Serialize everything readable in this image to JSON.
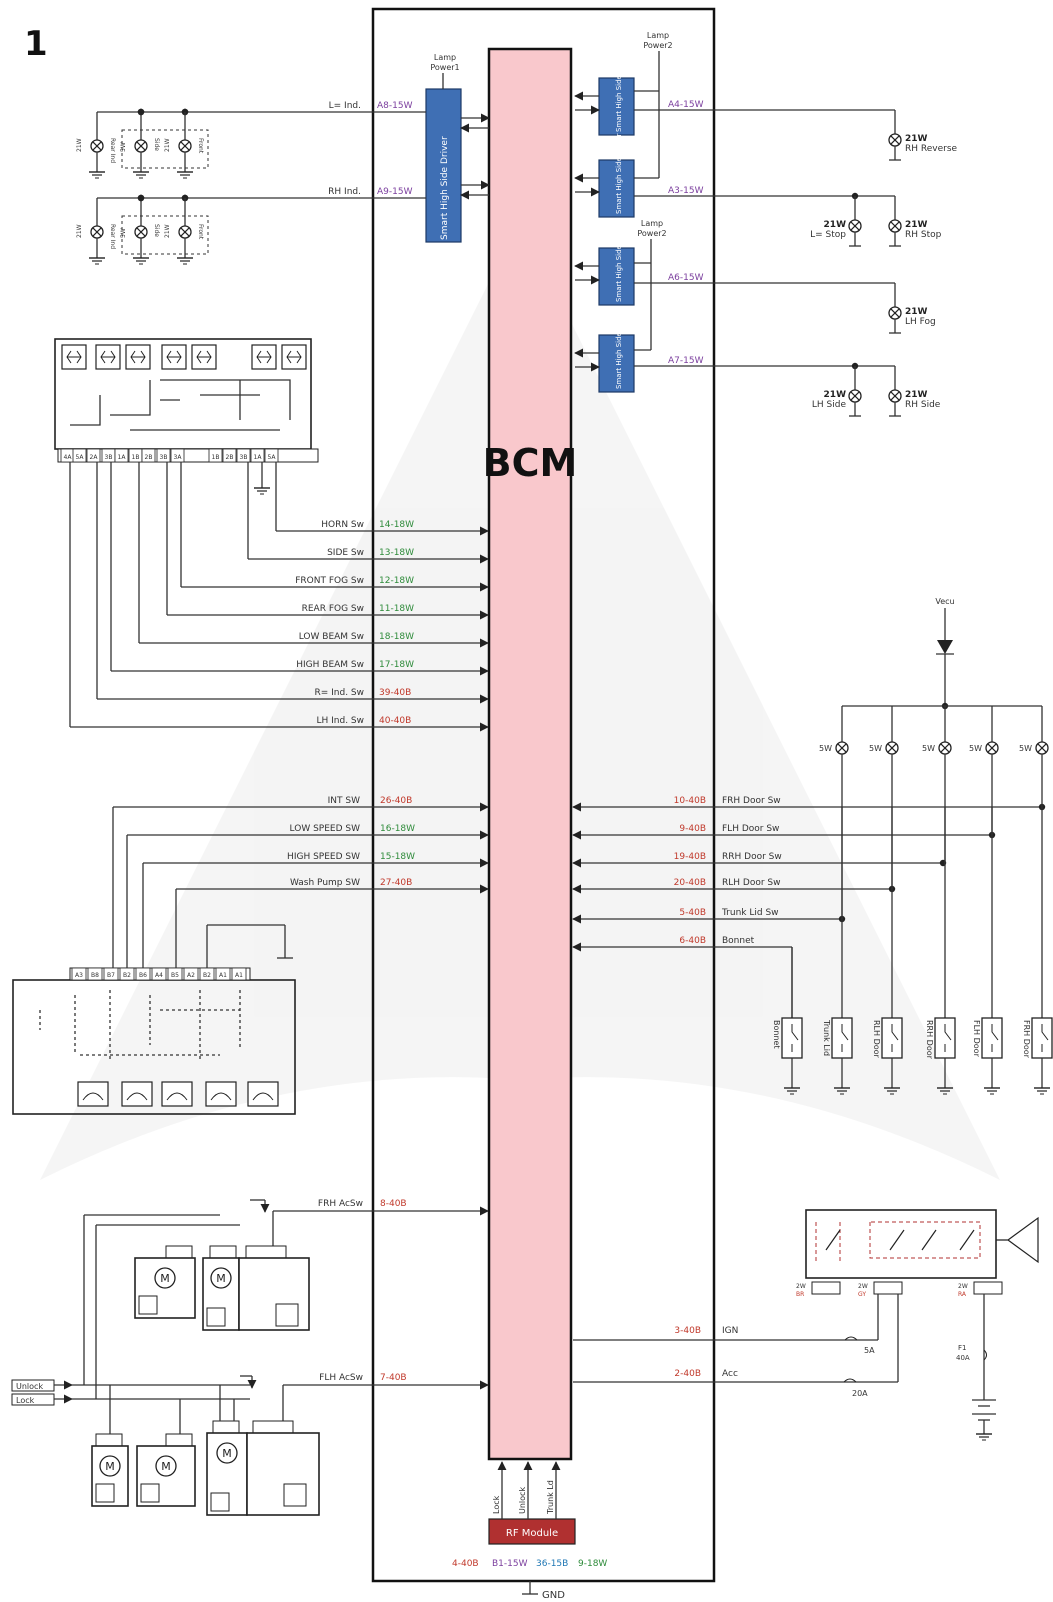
{
  "page_number": "1",
  "bcm": {
    "label": "BCM",
    "gnd": "GND",
    "footer_pins": [
      {
        "text": "4-40B",
        "color": "#c0392b"
      },
      {
        "text": "B1-15W",
        "color": "#7b3f9e"
      },
      {
        "text": "36-15B",
        "color": "#1f77b4"
      },
      {
        "text": "9-18W",
        "color": "#2e8b3a"
      }
    ],
    "rf_module": "RF Module",
    "rf_inputs": [
      "Lock",
      "Unlock",
      "Trunk Ld"
    ]
  },
  "drivers": {
    "lamp_power1": [
      "Lamp",
      "Power1"
    ],
    "lamp_power2": [
      "Lamp",
      "Power2"
    ],
    "left_driver": "Smart High Side Driver",
    "small_driver": "Smart High Side Driver"
  },
  "indicators": {
    "lh": {
      "label": "L= Ind.",
      "pin": "A8-15W"
    },
    "rh": {
      "label": "RH Ind.",
      "pin": "A9-15W"
    },
    "lamp_labels": [
      "Rear Ind",
      "Side",
      "Front"
    ],
    "lamp_watts": [
      "21W",
      "5W",
      "21W"
    ]
  },
  "right_outputs": [
    {
      "pin": "A4-15W",
      "watt": "21W",
      "label": "RH Reverse"
    },
    {
      "pin": "A3-15W",
      "watt_left": "21W",
      "label_left": "L= Stop",
      "watt": "21W",
      "label": "RH Stop"
    },
    {
      "pin": "A6-15W",
      "watt": "21W",
      "label": "LH Fog"
    },
    {
      "pin": "A7-15W",
      "watt_left": "21W",
      "label_left": "LH Side",
      "watt": "21W",
      "label": "RH Side"
    }
  ],
  "light_switch_pins": [
    "4A",
    "5A",
    "2A",
    "3B",
    "1A",
    "1B",
    "2B",
    "3B",
    "3A",
    "1B",
    "2B",
    "3B",
    "1A",
    "5A"
  ],
  "switch_inputs": [
    {
      "label": "HORN Sw",
      "pin": "14-18W",
      "color": "#2e8b3a"
    },
    {
      "label": "SIDE Sw",
      "pin": "13-18W",
      "color": "#2e8b3a"
    },
    {
      "label": "FRONT FOG Sw",
      "pin": "12-18W",
      "color": "#2e8b3a"
    },
    {
      "label": "REAR FOG Sw",
      "pin": "11-18W",
      "color": "#2e8b3a"
    },
    {
      "label": "LOW BEAM Sw",
      "pin": "18-18W",
      "color": "#2e8b3a"
    },
    {
      "label": "HIGH BEAM Sw",
      "pin": "17-18W",
      "color": "#2e8b3a"
    },
    {
      "label": "R= Ind. Sw",
      "pin": "39-40B",
      "color": "#c0392b"
    },
    {
      "label": "LH Ind. Sw",
      "pin": "40-40B",
      "color": "#c0392b"
    }
  ],
  "wiper_inputs": [
    {
      "label": "INT SW",
      "pin": "26-40B",
      "color": "#c0392b"
    },
    {
      "label": "LOW SPEED SW",
      "pin": "16-18W",
      "color": "#2e8b3a"
    },
    {
      "label": "HIGH SPEED SW",
      "pin": "15-18W",
      "color": "#2e8b3a"
    },
    {
      "label": "Wash Pump SW",
      "pin": "27-40B",
      "color": "#c0392b"
    }
  ],
  "wiper_switch_pins": [
    "A3",
    "B8",
    "B7",
    "B2",
    "B6",
    "A4",
    "B5",
    "A2",
    "B2",
    "A1",
    "A1"
  ],
  "door_inputs": [
    {
      "pin": "10-40B",
      "label": "FRH Door Sw"
    },
    {
      "pin": "9-40B",
      "label": "FLH Door Sw"
    },
    {
      "pin": "19-40B",
      "label": "RRH Door Sw"
    },
    {
      "pin": "20-40B",
      "label": "RLH Door Sw"
    },
    {
      "pin": "5-40B",
      "label": "Trunk Lid Sw"
    },
    {
      "pin": "6-40B",
      "label": "Bonnet"
    }
  ],
  "door_lamps": {
    "vecu": "Vecu",
    "sw_labels": [
      "5W",
      "5W",
      "5W",
      "5W",
      "5W"
    ]
  },
  "door_switches": [
    "Bonnet",
    "Trunk Lid",
    "RLH Door",
    "RRH Door",
    "FLH Door",
    "FRH Door"
  ],
  "actuators": {
    "frh": {
      "label": "FRH AcSw",
      "pin": "8-40B"
    },
    "flh": {
      "label": "FLH AcSw",
      "pin": "7-40B"
    },
    "unlock": "Unlock",
    "lock": "Lock",
    "motor": "M"
  },
  "ignition": {
    "ign_pin": "3-40B",
    "ign_label": "IGN",
    "acc_pin": "2-40B",
    "acc_label": "Acc",
    "fuse1": "5A",
    "fuse2": "20A",
    "f1": [
      "F1",
      "40A"
    ],
    "conn_labels": [
      "2W BR",
      "2W GY",
      "2W RA"
    ]
  }
}
